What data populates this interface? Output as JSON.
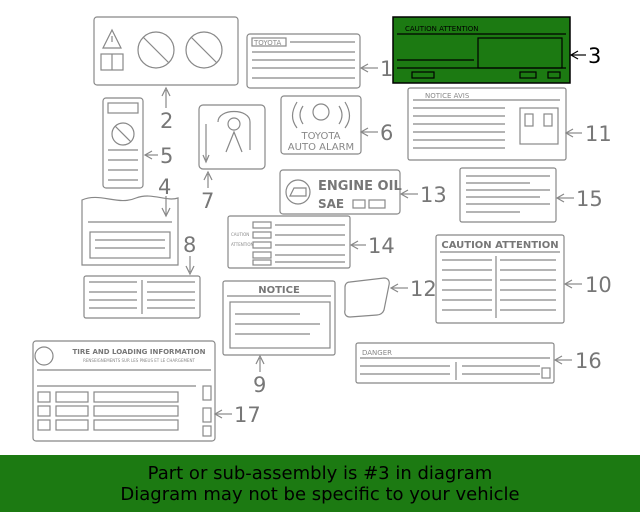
{
  "callouts": {
    "c1": "1",
    "c2": "2",
    "c3": "3",
    "c4": "4",
    "c5": "5",
    "c6": "6",
    "c7": "7",
    "c8": "8",
    "c9": "9",
    "c10": "10",
    "c11": "11",
    "c12": "12",
    "c13": "13",
    "c14": "14",
    "c15": "15",
    "c16": "16",
    "c17": "17"
  },
  "labels": {
    "toyota_small": "TOYOTA",
    "caution_attention_green": "CAUTION  ATTENTION",
    "alarm_line1": "TOYOTA",
    "alarm_line2": "AUTO ALARM",
    "notice_avis": "NOTICE  AVIS",
    "engine_oil": "ENGINE  OIL",
    "sae": "SAE",
    "caution_small": "CAUTION",
    "attention_small": "ATTENTION",
    "notice": "NOTICE",
    "caution_attention": "CAUTION  ATTENTION",
    "danger": "DANGER",
    "tire_title": "TIRE AND LOADING INFORMATION",
    "tire_subtitle": "RENSEIGNEMENTS SUR LES PNEUS ET LE CHARGEMENT"
  },
  "highlight": {
    "part": "3",
    "color": "#1c7a12"
  },
  "banner": {
    "line1": "Part or sub-assembly is #3 in diagram",
    "line2": "Diagram may not be specific to your vehicle"
  }
}
